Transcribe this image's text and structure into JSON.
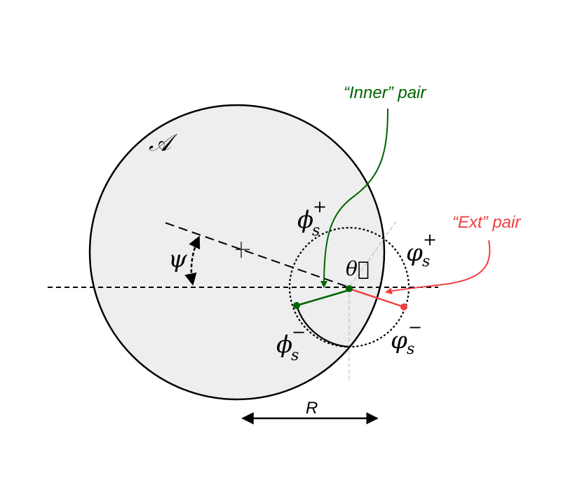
{
  "labels": {
    "set_symbol": "𝒜",
    "angle_symbol": "ψ",
    "theta_symbol": "θ⃗",
    "radius_label": "R",
    "inner_pair_label": "“Inner” pair",
    "ext_pair_label": "“Ext” pair",
    "phi_plus": {
      "base": "ϕ",
      "sub": "s",
      "sup": "+"
    },
    "phi_minus": {
      "base": "ϕ",
      "sub": "s",
      "sup": "−"
    },
    "varphi_plus": {
      "base": "φ",
      "sub": "s",
      "sup": "+"
    },
    "varphi_minus": {
      "base": "φ",
      "sub": "s",
      "sup": "−"
    }
  },
  "colors": {
    "disk_fill": "#eeeeee",
    "outline": "#000000",
    "inner_pair": "#006400",
    "ext_pair": "#f04040",
    "guide_line": "#b4b4b4"
  }
}
